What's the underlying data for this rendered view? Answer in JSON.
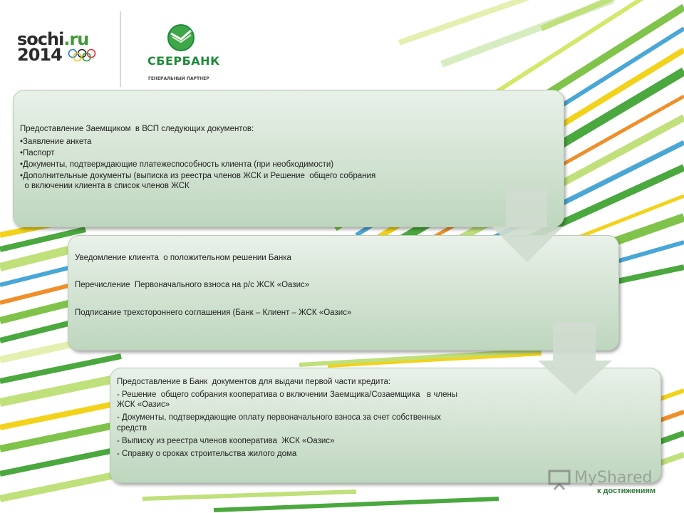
{
  "header": {
    "sochi_line1": "sochi",
    "sochi_ru": ".ru",
    "sochi_line2": "2014",
    "sponsor_name": "СБЕРБАНК",
    "sponsor_subtitle": "ГЕНЕРАЛЬНЫЙ ПАРТНЕР"
  },
  "steps": [
    {
      "lines": [
        "Предоставление Заемщиком  в ВСП следующих документов:",
        "•Заявление анкета",
        "•Паспорт",
        "•Документы, подтверждающие платежеспособность клиента (при необходимости)",
        "•Дополнительные документы (выписка из реестра членов ЖСК и Решение  общего собрания",
        "  о включении клиента в список членов ЖСК"
      ]
    },
    {
      "lines": [
        "Уведомление клиента  о положительном решении Банка",
        "Перечисление  Первоначального взноса на р/с ЖСК «Оазис»",
        "Подписание трехстороннего соглашения (Банк – Клиент – ЖСК «Оазис»"
      ]
    },
    {
      "lines": [
        "Предоставление в Банк  документов для выдачи первой части кредита:",
        "- Решение  общего собрания кооператива о включении Заемщика/Созаемщика   в члены",
        "ЖСК «Оазис»",
        "- Документы, подтверждающие оплату первоначального взноса за счет собственных",
        "средств",
        "- Выписку из реестра членов кооператива  ЖСК «Оазис»",
        "- Справку о сроках строительства жилого дома"
      ]
    }
  ],
  "footer": {
    "watermark": "MyShared",
    "slogan": "к достижениям"
  },
  "colors": {
    "brand_green": "#1f8a38",
    "stripe_green": "#4aa83e",
    "stripe_yellow": "#f2d21a",
    "stripe_blue": "#49a7d6",
    "stripe_orange": "#ef8f2a"
  }
}
